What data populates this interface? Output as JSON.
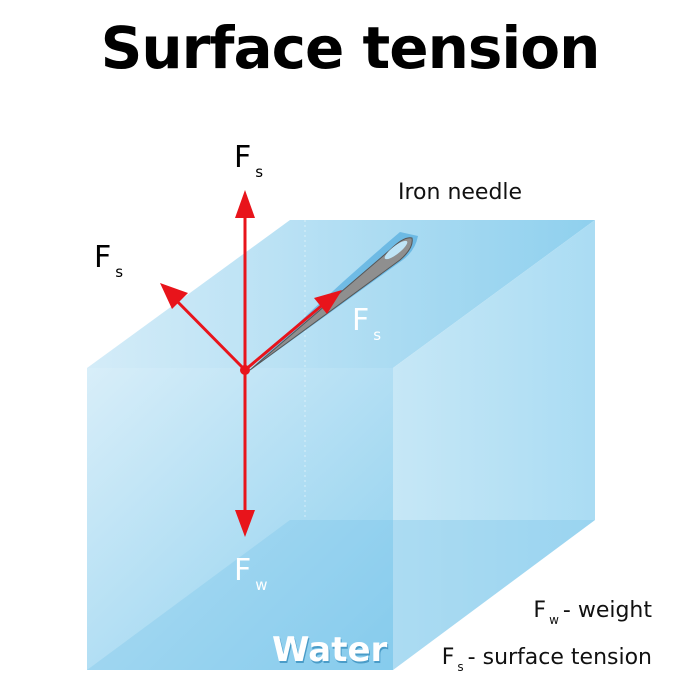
{
  "title": "Surface tension",
  "labels": {
    "force_letter": "F",
    "s": "s",
    "w": "w",
    "iron_needle": "Iron needle",
    "water": "Water"
  },
  "legend": [
    {
      "sym": "F",
      "sub": "w",
      "text": "- weight"
    },
    {
      "sym": "F",
      "sub": "s",
      "text": "- surface tension"
    }
  ],
  "colors": {
    "arrow": "#e8141b",
    "water_light": "#cde9f6",
    "water_mid": "#8fd0ee"
  }
}
